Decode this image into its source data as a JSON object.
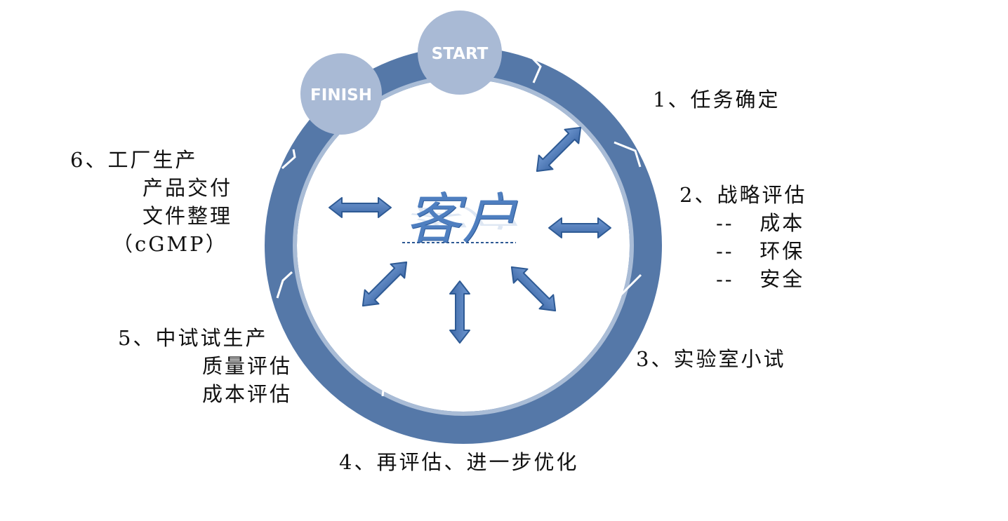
{
  "start_label": "START",
  "finish_label": "FINISH",
  "center_label": "客户",
  "steps": {
    "s1": "1、任务确定",
    "s2": {
      "title": "2、战略评估",
      "items": [
        "--   成本",
        "--   环保",
        "--   安全"
      ]
    },
    "s3": "3、实验室小试",
    "s4": "4、再评估、进一步优化",
    "s5": {
      "title": "5、中试试生产",
      "items": [
        "质量评估",
        "成本评估"
      ]
    },
    "s6": {
      "title": "6、工厂生产",
      "items": [
        "产品交付",
        "文件整理",
        "（cGMP）"
      ]
    }
  },
  "colors": {
    "ring": "#5578a8",
    "ring_inner": "#c7d3e4",
    "bubble": "#a9bad5",
    "arrow": "#4f7bbd",
    "arrow_edge": "#2e5a94",
    "center_text": "#4f7fc0"
  }
}
